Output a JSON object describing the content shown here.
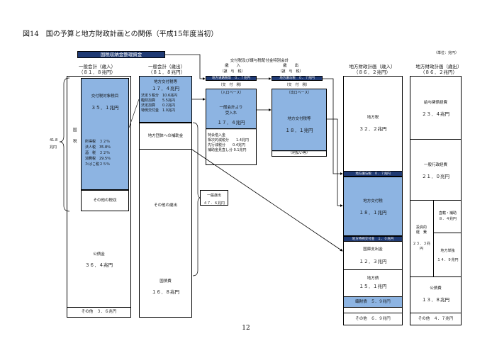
{
  "page": {
    "figure_title": "図14　国の予算と地方財政計画との関係（平成15年度当初）",
    "unit": "（単位：兆円）",
    "page_number": "12"
  },
  "header": {
    "tax_collection_account": "国税収納金整理資金",
    "general_revenue_title": "一般会計（歳入）",
    "general_revenue_total": "（８１．８兆円）",
    "general_expenditure_title": "一般会計（歳出）",
    "general_expenditure_total": "（８１．８兆円）",
    "special_account_title": "交付税及び譲与税配付金特別会計",
    "special_revenue": "歳　　入",
    "special_expenditure": "歳　　出",
    "special_revenue_sub": "（譲　与　税）",
    "special_expenditure_sub": "（譲　与　税）",
    "local_revenue_title": "地方財政計画（歳入）",
    "local_revenue_total": "（８６．２兆円）",
    "local_expenditure_title": "地方財政計画（歳出）",
    "local_expenditure_total": "（８６．２兆円）"
  },
  "revenue": {
    "bracket_label": "41.8\n兆円",
    "national_tax_label": "国\n\n税",
    "tax_base_title": "交付税対象税目",
    "tax_base_amount": "３５．１兆円",
    "tax_items": [
      "所得税　３２％",
      "法人税　35.8％",
      "酒　税　３２％",
      "消費税　29.5％",
      "たばこ税２５％"
    ],
    "other_tax": "その他の税収",
    "bonds": "公債金",
    "bonds_amount": "３６．４兆円",
    "other": "その他　３．６兆円"
  },
  "expenditure": {
    "grant_title": "地方交付税等",
    "grant_total": "１７．４兆円",
    "grant_items": [
      "法定５税分　10.6兆円",
      "臨財加算　　5.5兆円",
      "法定加算　　0.2兆円",
      "特例交付金　1.0兆円"
    ],
    "subsidy": "地方団体への補助金",
    "other_expenditure": "その他の歳出",
    "debt_service": "国債費",
    "debt_service_amount": "１６．８兆円",
    "general_expenditure_label": "一般歳出",
    "general_expenditure_amount": "４７．６兆円"
  },
  "special": {
    "transfer_tax_in": "地方道路税等　０．７兆円",
    "transfer_tax_out": "地方譲与税　０．７兆円",
    "grant_in_sub": "（交　付　税）",
    "grant_out_sub": "（交　付　税）",
    "in_basis": "（入口ベース）",
    "out_basis": "（出口ベース）",
    "from_general": "一般会計より\n受入れ",
    "from_general_amount": "１７．４兆円",
    "grant_out_title": "地方交付税等",
    "grant_out_amount": "１８．１兆円",
    "special_items": [
      "特会借入金",
      "相次的減税分　　1.4兆円",
      "先行減税分　　0.4兆円",
      "補助金見直し分 0.1兆円"
    ],
    "interest_note": "（利払い等）"
  },
  "local_revenue": {
    "local_tax": "地方税",
    "local_tax_amount": "３２．２兆円",
    "transfer_tax": "地方譲与税　０．７兆円",
    "grant": "地方交付税",
    "grant_amount": "１８．１兆円",
    "special_grant": "地方特例交付金　１．０兆円",
    "national_subsidy": "国庫支出金",
    "national_subsidy_amount": "１２．３兆円",
    "local_bonds": "地方債",
    "local_bonds_amount": "１５．１兆円",
    "special_bonds": "臨財債　５．９兆円",
    "other": "その他　６．９兆円"
  },
  "local_expenditure": {
    "salary": "給与関係経費",
    "salary_amount": "２３．４兆円",
    "admin": "一般行政経費",
    "admin_amount": "２１．０兆円",
    "investment": "投資的\n経　費",
    "investment_amount": "２３．３兆\n円",
    "subsidized": "直轄・補助",
    "subsidized_amount": "８．４兆円",
    "independent": "地方単独",
    "independent_amount": "１４．９兆円",
    "bond_service": "公債費",
    "bond_service_amount": "１３．８兆円",
    "other": "その他　４．７兆円"
  },
  "colors": {
    "accent_blue": "#8db4e2",
    "dark_navy": "#1f3a74",
    "border": "#000000"
  }
}
